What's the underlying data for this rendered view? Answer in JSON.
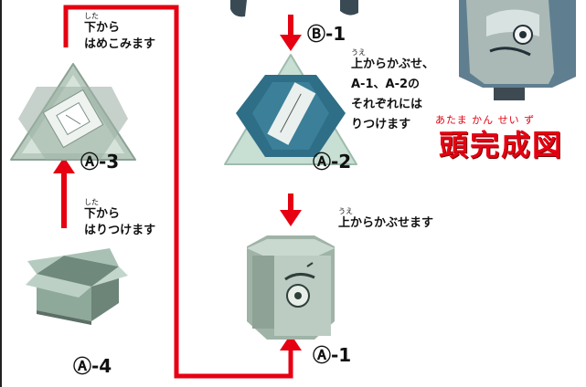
{
  "title": {
    "ruby": "あたま かん せい ず",
    "text": "頭完成図"
  },
  "steps": {
    "a1": "Ⓐ-1",
    "a2": "Ⓐ-2",
    "a3": "Ⓐ-3",
    "a4": "Ⓐ-4",
    "b1": "Ⓑ-1"
  },
  "instructions": {
    "a3_ruby": "した",
    "a3_line1": "下から",
    "a3_line2": "はめこみます",
    "a4_ruby": "した",
    "a4_line1": "下から",
    "a4_line2": "はりつけます",
    "a2_ruby": "うえ",
    "a2_line1": "上からかぶせ、",
    "a2_line2": "A-1、A-2の",
    "a2_line3": "それぞれには",
    "a2_line4": "りつけます",
    "a1_ruby": "うえ",
    "a1_line1": "上からかぶせます"
  },
  "colors": {
    "arrow": "#e60012",
    "title": "#e60012",
    "hex_blue": "#2e6e86",
    "pale_green": "#cfe2d8",
    "grey_green": "#9fb3a6"
  }
}
